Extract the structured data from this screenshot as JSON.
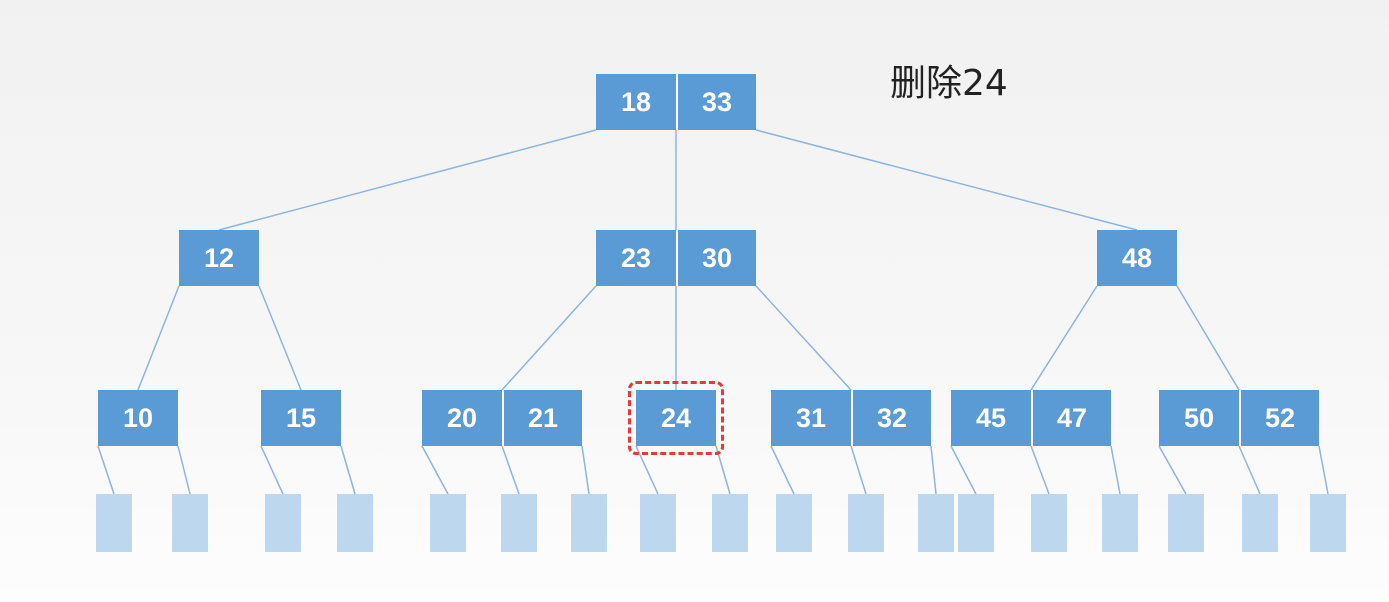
{
  "caption": "删除24",
  "colors": {
    "node_fill": "#5b9bd5",
    "leaf_fill": "#bdd7ee",
    "edge": "#8fb4dc",
    "highlight": "#e03a3a"
  },
  "tree": {
    "root": {
      "keys": [
        "18",
        "33"
      ]
    },
    "level1": [
      {
        "keys": [
          "12"
        ]
      },
      {
        "keys": [
          "23",
          "30"
        ]
      },
      {
        "keys": [
          "48"
        ]
      }
    ],
    "level2": [
      {
        "keys": [
          "10"
        ]
      },
      {
        "keys": [
          "15"
        ]
      },
      {
        "keys": [
          "20",
          "21"
        ]
      },
      {
        "keys": [
          "24"
        ],
        "highlighted": true
      },
      {
        "keys": [
          "31",
          "32"
        ]
      },
      {
        "keys": [
          "45",
          "47"
        ]
      },
      {
        "keys": [
          "50",
          "52"
        ]
      }
    ]
  }
}
